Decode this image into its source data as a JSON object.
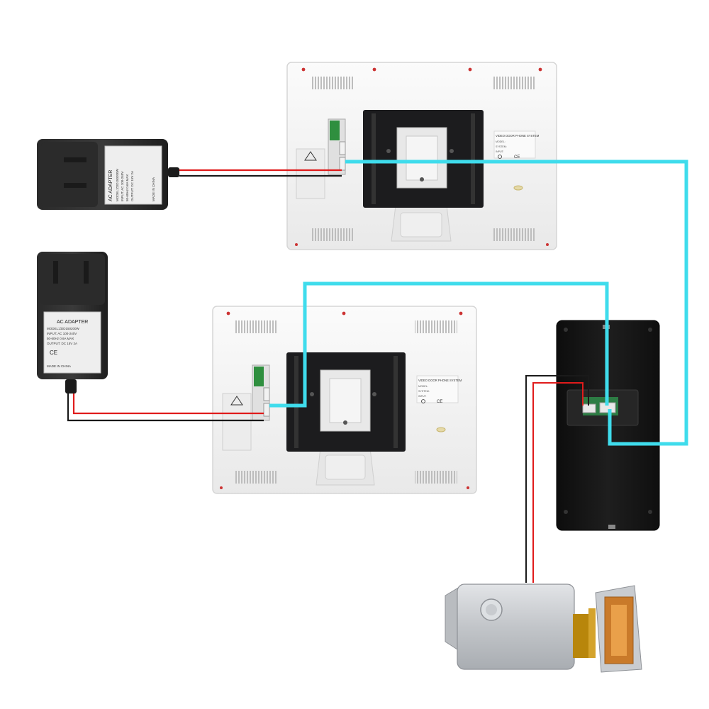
{
  "adapter_top": {
    "title": "AC ADAPTER",
    "model": "MODEL:ZDD150200W",
    "input": "INPUT: AC 100-240V",
    "freq": "50-60Hz  0.6A MAX",
    "output": "OUTPUT: DC 15V  2A",
    "made_in": "MADE IN CHINA"
  },
  "adapter_bottom": {
    "title": "AC ADAPTER",
    "model": "MODEL:ZDD150200W",
    "input": "INPUT: AC 100-240V",
    "freq": "50-60Hz  0.6A MAX",
    "output": "OUTPUT: DC 15V  2A",
    "made_in": "MADE IN CHINA",
    "marks": "CE"
  },
  "monitor_top": {
    "label_title": "VIDEO DOOR PHONE SYSTEM",
    "label_model": "MODEL:",
    "label_system": "SYSTEM:",
    "label_input": "INPUT:",
    "label_marks": "CE"
  },
  "monitor_bottom": {
    "label_title": "VIDEO DOOR PHONE SYSTEM",
    "label_model": "MODEL:",
    "label_system": "SYSTEM:",
    "label_input": "INPUT:",
    "label_marks": "CE"
  },
  "colors": {
    "video_cable": "#3fdcec",
    "power_positive": "#e01b1b",
    "power_negative": "#1a1a1a",
    "monitor_body": "#f4f4f4",
    "bracket": "#1c1c1e",
    "outdoor_unit": "#161616",
    "lock_body": "#c9ccd0"
  }
}
